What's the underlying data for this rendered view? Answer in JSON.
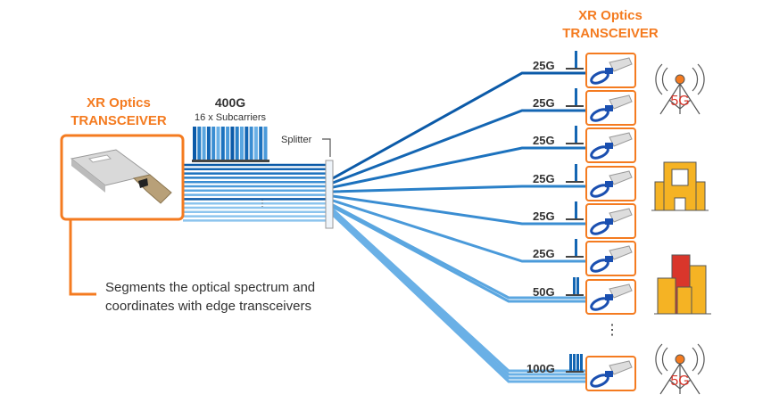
{
  "left_transceiver": {
    "title_line1": "XR Optics",
    "title_line2": "TRANSCEIVER"
  },
  "signal": {
    "rate": "400G",
    "subcarriers": "16 x Subcarriers"
  },
  "splitter_label": "Splitter",
  "description": {
    "line1": "Segments the optical spectrum and",
    "line2": "coordinates with edge transceivers"
  },
  "right_transceivers": {
    "title_line1": "XR Optics",
    "title_line2": "TRANSCEIVER"
  },
  "endpoints": [
    {
      "rate": "25G",
      "subcarriers": 1
    },
    {
      "rate": "25G",
      "subcarriers": 1
    },
    {
      "rate": "25G",
      "subcarriers": 1
    },
    {
      "rate": "25G",
      "subcarriers": 1
    },
    {
      "rate": "25G",
      "subcarriers": 1
    },
    {
      "rate": "25G",
      "subcarriers": 1
    },
    {
      "rate": "50G",
      "subcarriers": 2
    },
    {
      "rate": "100G",
      "subcarriers": 4
    }
  ],
  "sites": [
    {
      "icon": "cell-tower-icon",
      "label": "5G"
    },
    {
      "icon": "office-building-icon"
    },
    {
      "icon": "city-buildings-icon"
    },
    {
      "icon": "cell-tower-icon",
      "label": "5G"
    }
  ],
  "colors": {
    "accent": "#f47b20",
    "blue_dark": "#0b5aa8",
    "blue_light": "#5aa9e6",
    "building": "#f5b324",
    "fiveg": "#d9362b"
  }
}
